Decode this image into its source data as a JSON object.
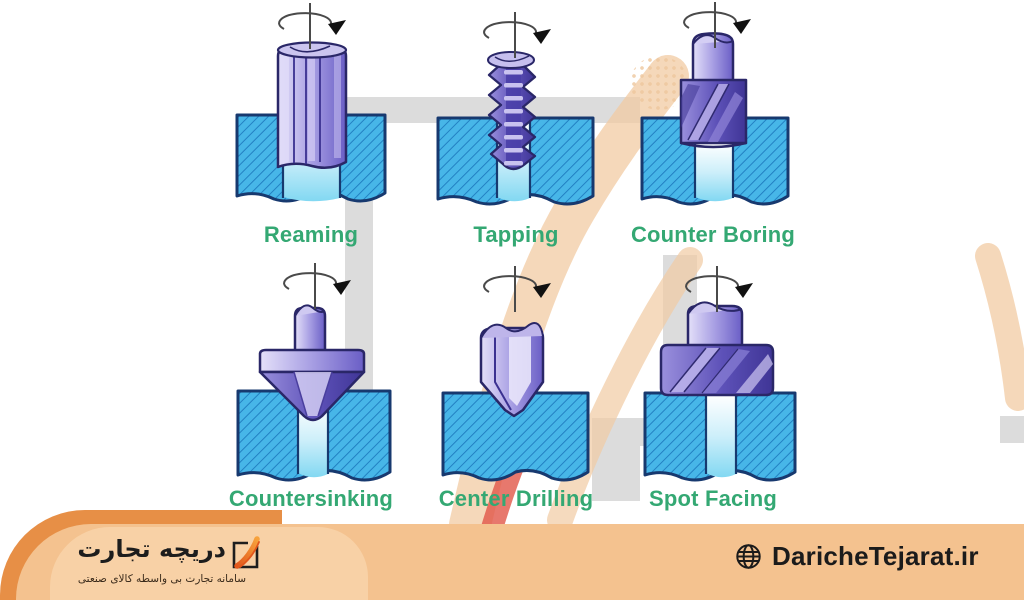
{
  "operations": [
    {
      "id": "reaming",
      "label": "Reaming",
      "row": 0,
      "col": 0
    },
    {
      "id": "tapping",
      "label": "Tapping",
      "row": 0,
      "col": 1
    },
    {
      "id": "counter-boring",
      "label": "Counter Boring",
      "row": 0,
      "col": 2
    },
    {
      "id": "countersinking",
      "label": "Countersinking",
      "row": 1,
      "col": 0
    },
    {
      "id": "center-drilling",
      "label": "Center Drilling",
      "row": 1,
      "col": 1
    },
    {
      "id": "spot-facing",
      "label": "Spot Facing",
      "row": 1,
      "col": 2
    }
  ],
  "footer": {
    "brand_title": "دریچه تجارت",
    "brand_subtitle": "سامانه تجارت بی واسطه کالای صنعتی",
    "website": "DaricheTejarat.ir"
  },
  "icons": {
    "rotation": "rotation-arrow-icon",
    "globe": "globe-icon",
    "brand_logo": "brand-logo-icon"
  },
  "colors": {
    "label_green": "#34a873",
    "workpiece_fill": "#47b6e8",
    "hatch_line": "#1e7bbf",
    "outline_navy": "#17396f",
    "tool_purple_light": "#a79ee3",
    "tool_purple_dark": "#5d51b8",
    "footer_band": "#f4c28f",
    "footer_accent": "#e78f46",
    "watermark_tan": "#f1cba3",
    "watermark_red": "#e15648",
    "text_dark": "#1d1d1d",
    "gray_shape": "#dcdcdc"
  }
}
